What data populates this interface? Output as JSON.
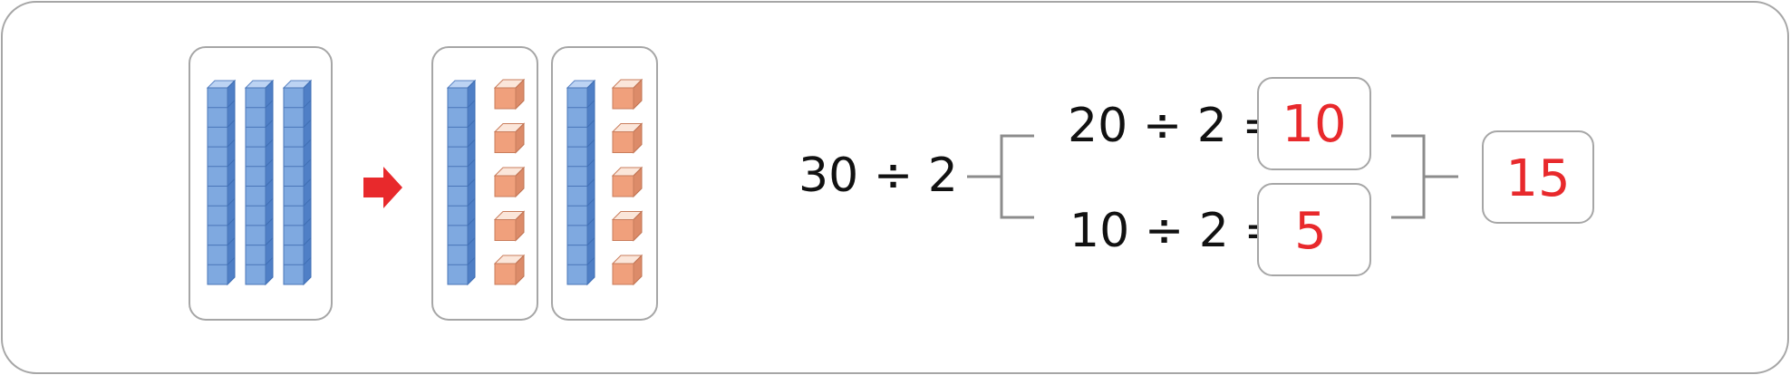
{
  "left_expression": "30 ÷ 2",
  "equations": [
    {
      "expression": "20 ÷ 2 =",
      "answer": "10"
    },
    {
      "expression": "10 ÷ 2 =",
      "answer": "5"
    }
  ],
  "total_answer": "15",
  "blocks": {
    "tens_rods_before": 3,
    "groups_after": [
      {
        "tens_rods": 1,
        "ones_cubes": 5
      },
      {
        "tens_rods": 1,
        "ones_cubes": 5
      }
    ]
  },
  "colors": {
    "rod_front": "#7fa9e0",
    "rod_top": "#bcd3f3",
    "rod_side": "#4f7fc6",
    "cube_front": "#f0a07c",
    "cube_top": "#fbe6da",
    "cube_side": "#dc8b69",
    "arrow": "#e8292c",
    "answer_text": "#e8292c",
    "frame_border": "#a6a6a6",
    "bracket": "#8c8c8c"
  },
  "icons": {
    "arrow": "right-arrow-icon"
  }
}
